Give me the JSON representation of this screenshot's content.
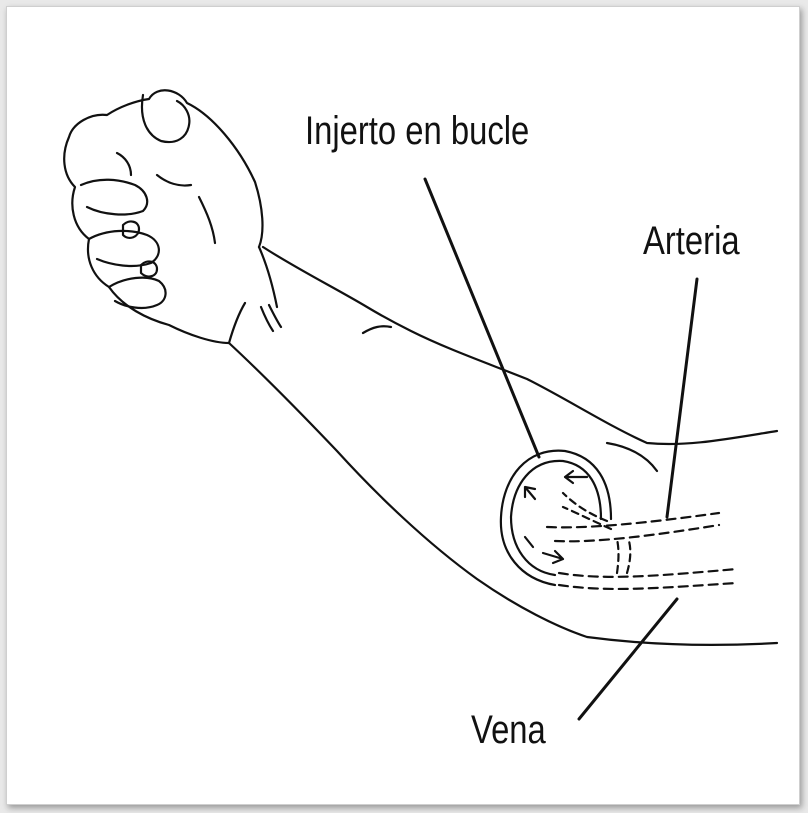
{
  "labels": {
    "graft": "Injerto en bucle",
    "artery": "Arteria",
    "vein": "Vena"
  },
  "colors": {
    "ink": "#111111",
    "background": "#ffffff"
  }
}
